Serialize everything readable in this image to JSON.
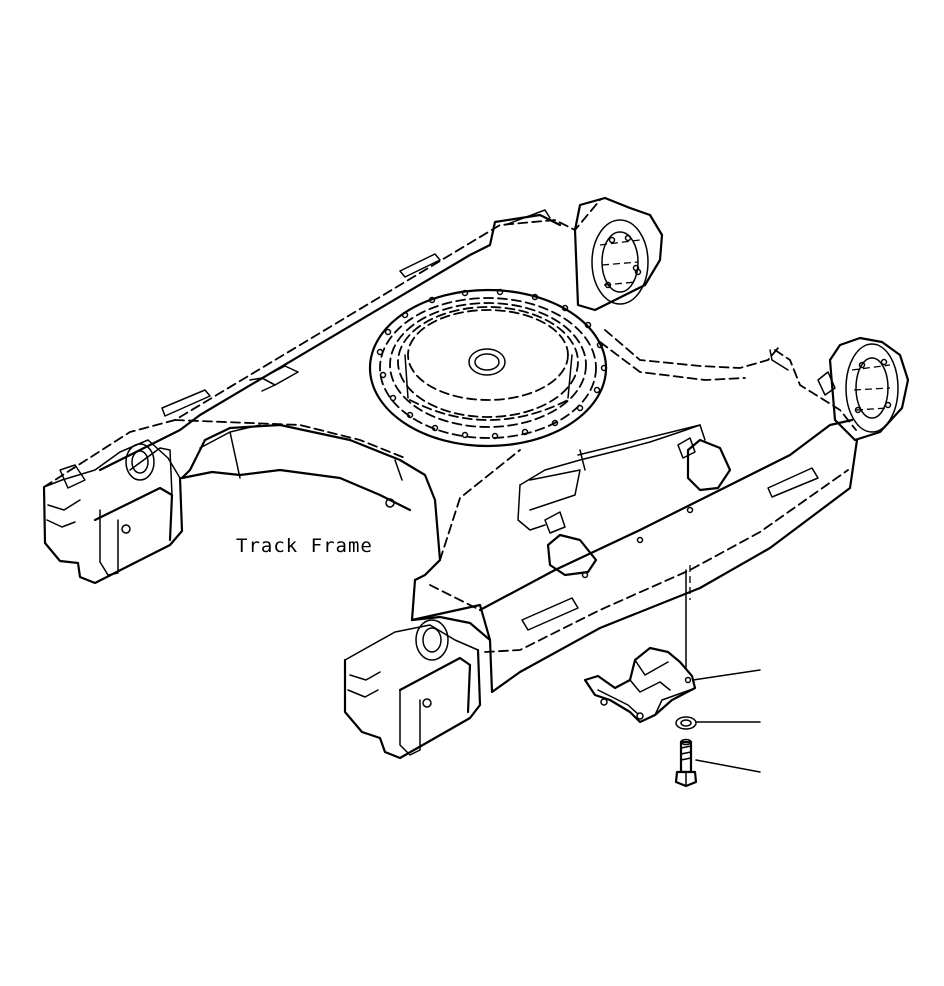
{
  "diagram": {
    "label": "Track Frame"
  },
  "parts": [
    {
      "name": "guard-bracket"
    },
    {
      "name": "washer"
    },
    {
      "name": "bolt"
    }
  ],
  "colors": {
    "background": "#ffffff",
    "line": "#000000"
  }
}
